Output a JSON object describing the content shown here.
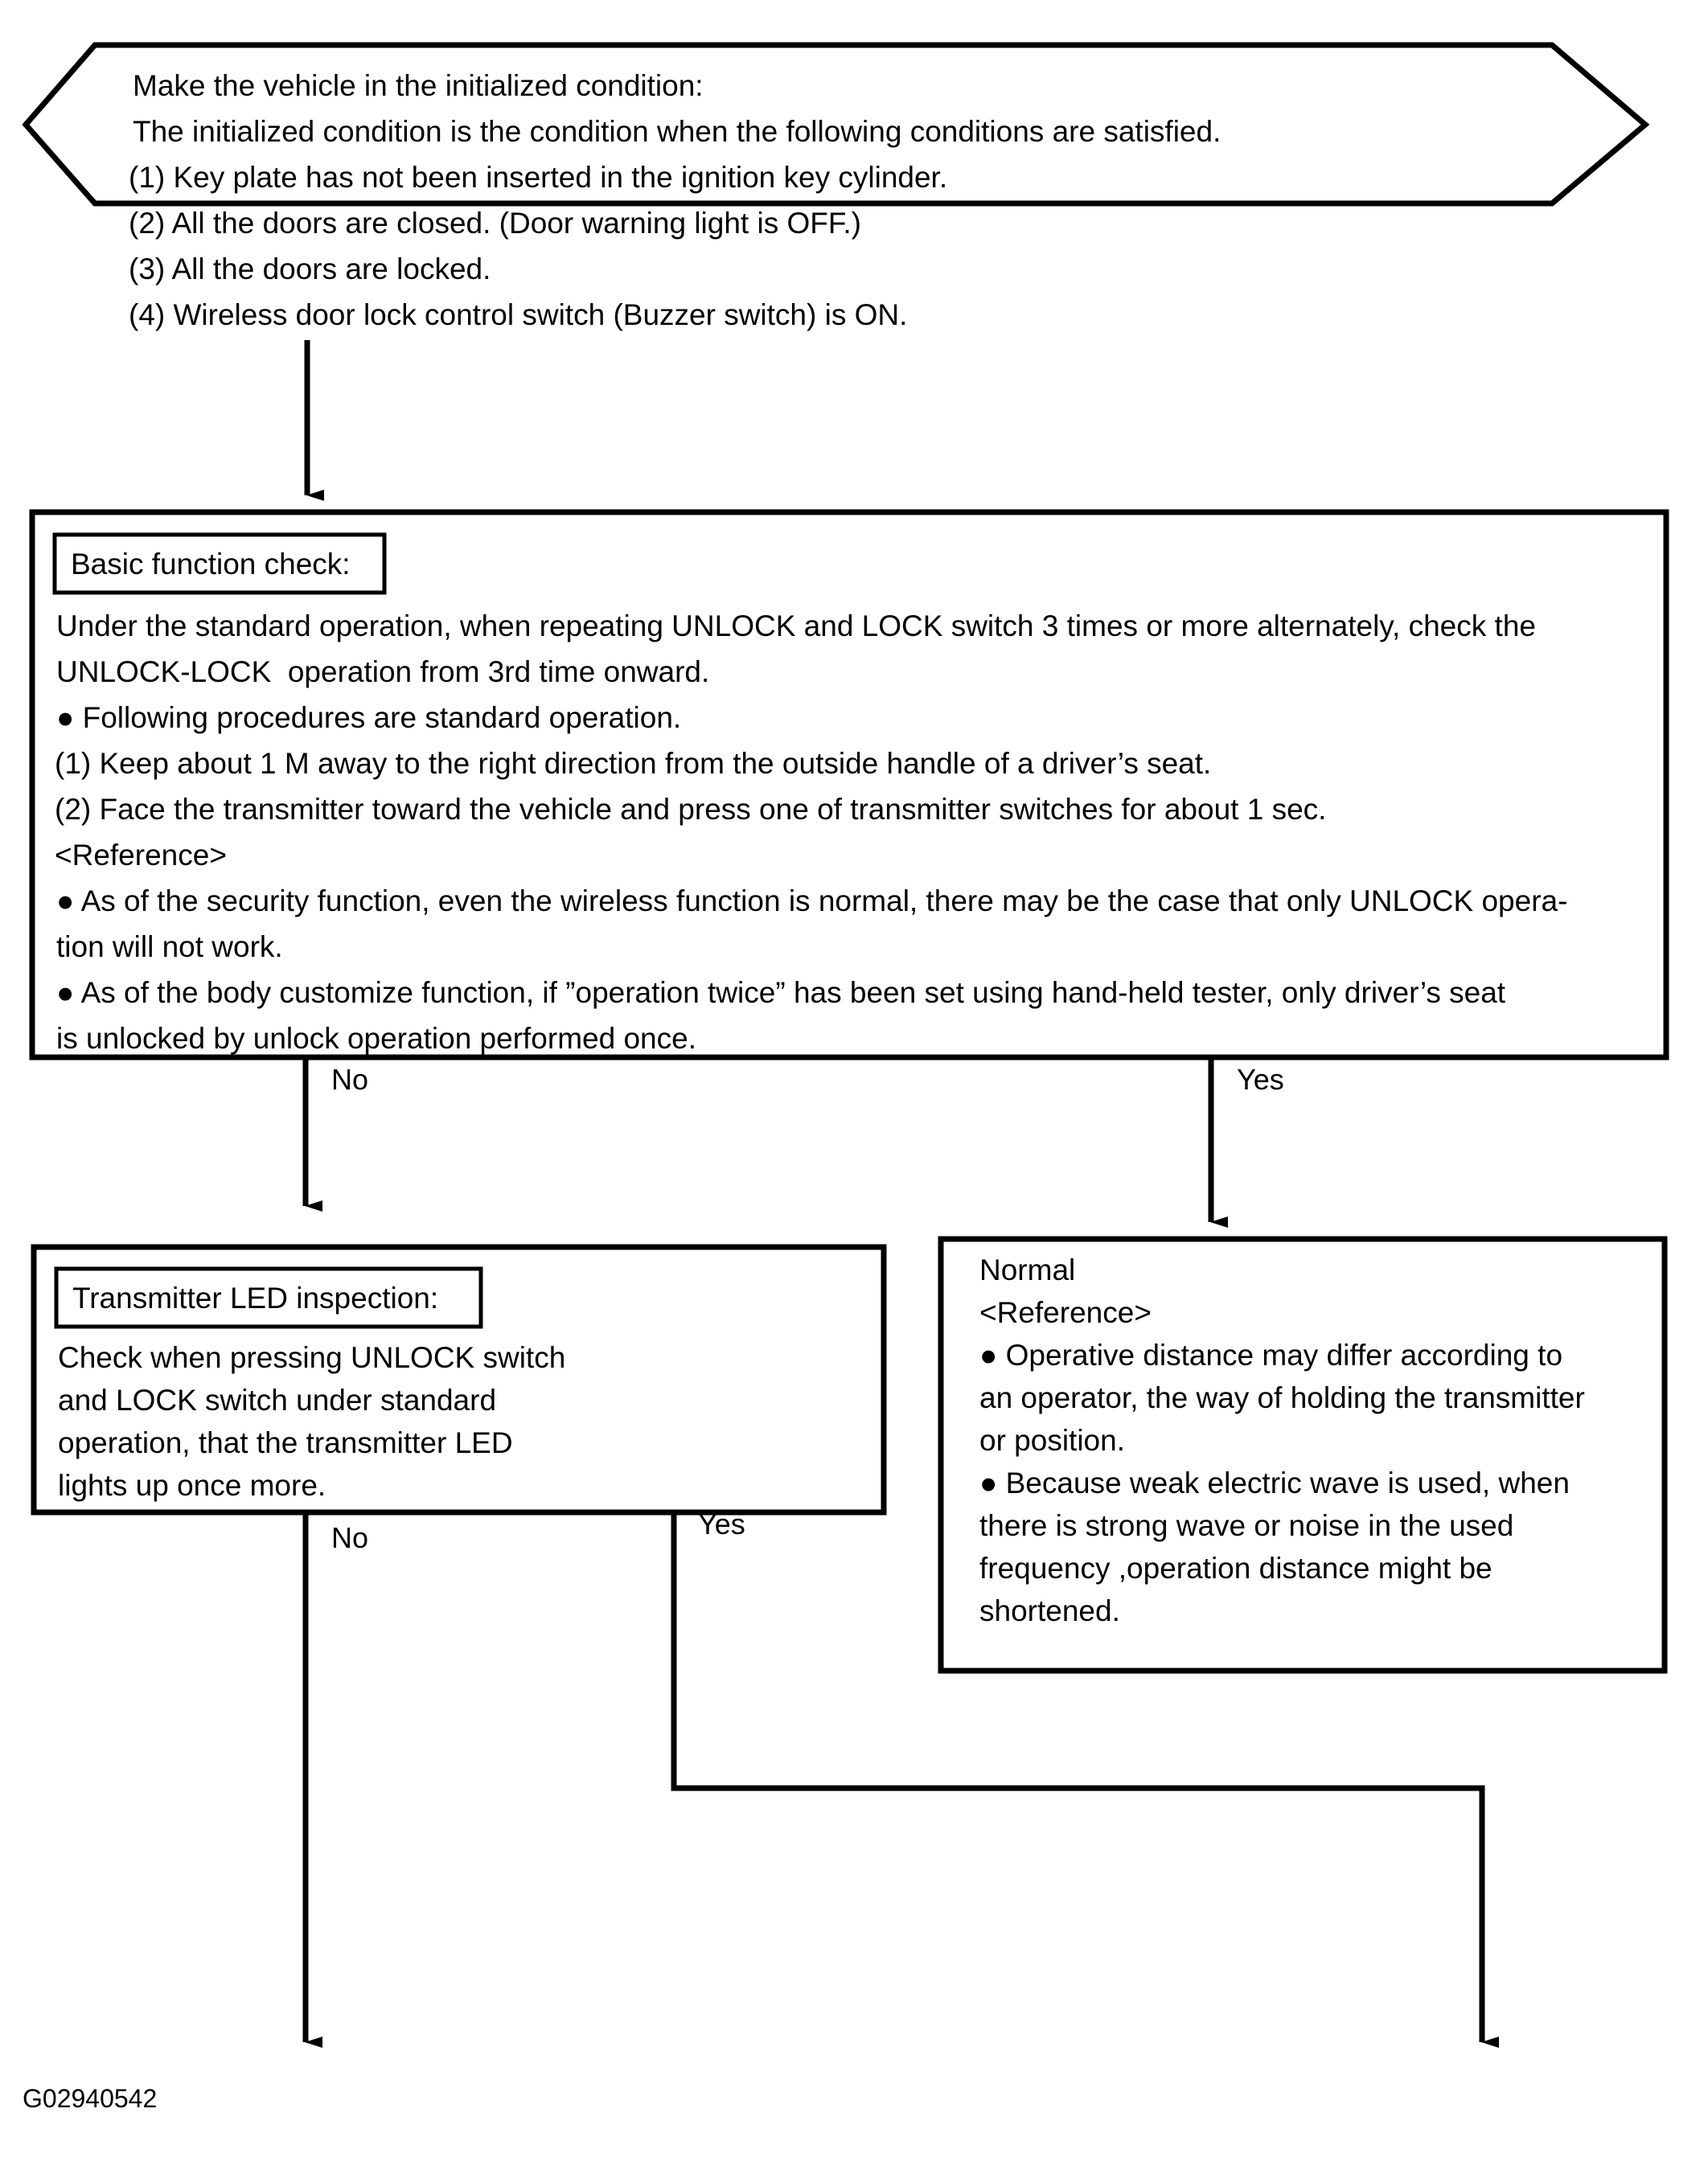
{
  "figure": {
    "id_label": "G02940542",
    "type": "flowchart"
  },
  "nodes": {
    "initial_condition": {
      "shape": "hexagon",
      "lines": [
        "Make the vehicle in the initialized condition:",
        "The initialized condition is the condition when the following conditions are satisfied.",
        "(1) Key plate has not been inserted in the ignition key cylinder.",
        "(2) All the doors are closed. (Door warning light is OFF.)",
        "(3) All the doors are locked.",
        "(4) Wireless door lock control switch (Buzzer switch) is ON."
      ]
    },
    "basic_function_check": {
      "shape": "rect",
      "tag": "Basic function check:",
      "lines": [
        "Under the standard operation, when repeating UNLOCK and LOCK switch 3 times or more alternately, check the",
        "UNLOCK-LOCK  operation from 3rd time onward.",
        "● Following procedures are standard operation.",
        "(1) Keep about 1 M away to the right direction from the outside handle of a driver’s seat.",
        "(2) Face the transmitter toward the vehicle and press one of transmitter switches for about 1 sec.",
        "<Reference>",
        "● As of the security function, even the wireless function is normal, there may be the case that only UNLOCK opera-",
        "tion will not work.",
        "● As of the body customize function, if ”operation twice” has been set using hand-held tester, only driver’s seat",
        "is unlocked by unlock operation performed once."
      ]
    },
    "transmitter_led_inspection": {
      "shape": "rect",
      "tag": "Transmitter LED inspection:",
      "lines": [
        "Check when pressing UNLOCK switch",
        "and LOCK switch under standard",
        "operation, that the transmitter LED",
        "lights up once more."
      ]
    },
    "normal": {
      "shape": "rect",
      "lines": [
        "Normal",
        "<Reference>",
        "● Operative distance may differ according to",
        "an operator, the way of holding the transmitter",
        "or position.",
        "● Because weak electric wave is used, when",
        "there is strong wave or noise in the used",
        "frequency ,operation distance might be",
        "shortened."
      ]
    }
  },
  "branch_labels": {
    "basic_no": "No",
    "basic_yes": "Yes",
    "led_no": "No",
    "led_yes": "Yes"
  },
  "colors": {
    "stroke": "#000000",
    "background": "#ffffff",
    "text": "#000000"
  }
}
